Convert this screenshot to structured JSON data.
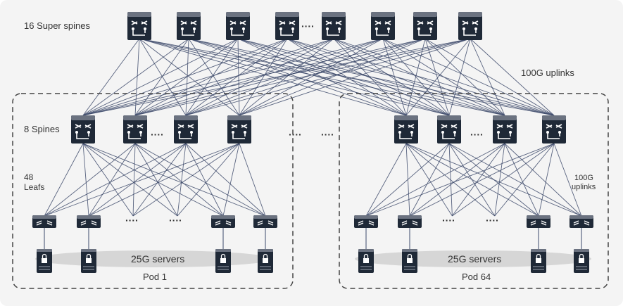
{
  "labels": {
    "super_spines": "16 Super spines",
    "uplinks_top": "100G uplinks",
    "spines": "8 Spines",
    "leafs_line1": "48",
    "leafs_line2": "Leafs",
    "uplinks_right_line1": "100G",
    "uplinks_right_line2": "uplinks",
    "servers_pod1": "25G servers",
    "servers_pod64": "25G servers",
    "pod1": "Pod 1",
    "pod64": "Pod 64",
    "ellipsis": "····"
  },
  "colors": {
    "background": "#f4f4f4",
    "link": "#3d4a6b",
    "device_dark": "#1f2937",
    "device_top": "#6b7280",
    "server_band": "#d6d6d6",
    "pod_border": "#444444"
  },
  "icons": {
    "super_spine": "router-switch-icon",
    "spine": "router-switch-icon",
    "leaf": "leaf-switch-icon",
    "server": "server-lock-icon"
  }
}
